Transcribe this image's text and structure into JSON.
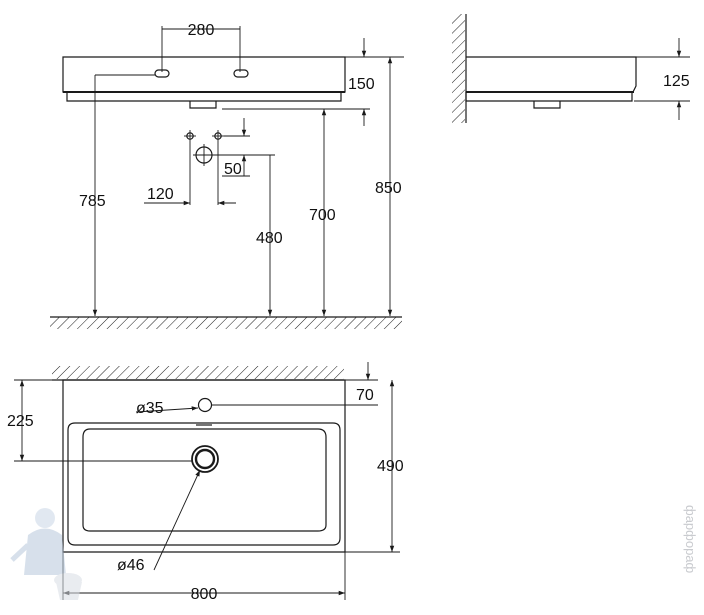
{
  "front_view": {
    "dim_faucet_spacing": "280",
    "dim_basin_height": "150",
    "dim_valve_height": "785",
    "dim_overall_height": "850",
    "dim_rim_to_floor": "700",
    "dim_drain_height": "480",
    "dim_supply_spacing": "120",
    "dim_drain_offset": "50"
  },
  "side_view": {
    "dim_side_height": "125"
  },
  "top_view": {
    "dim_drain_to_back": "225",
    "dim_overflow_hole": "ø35",
    "dim_overflow_offset": "70",
    "dim_depth": "490",
    "dim_drain_diameter": "ø46",
    "dim_width": "800"
  },
  "watermark": {
    "text": "фарфораф"
  }
}
